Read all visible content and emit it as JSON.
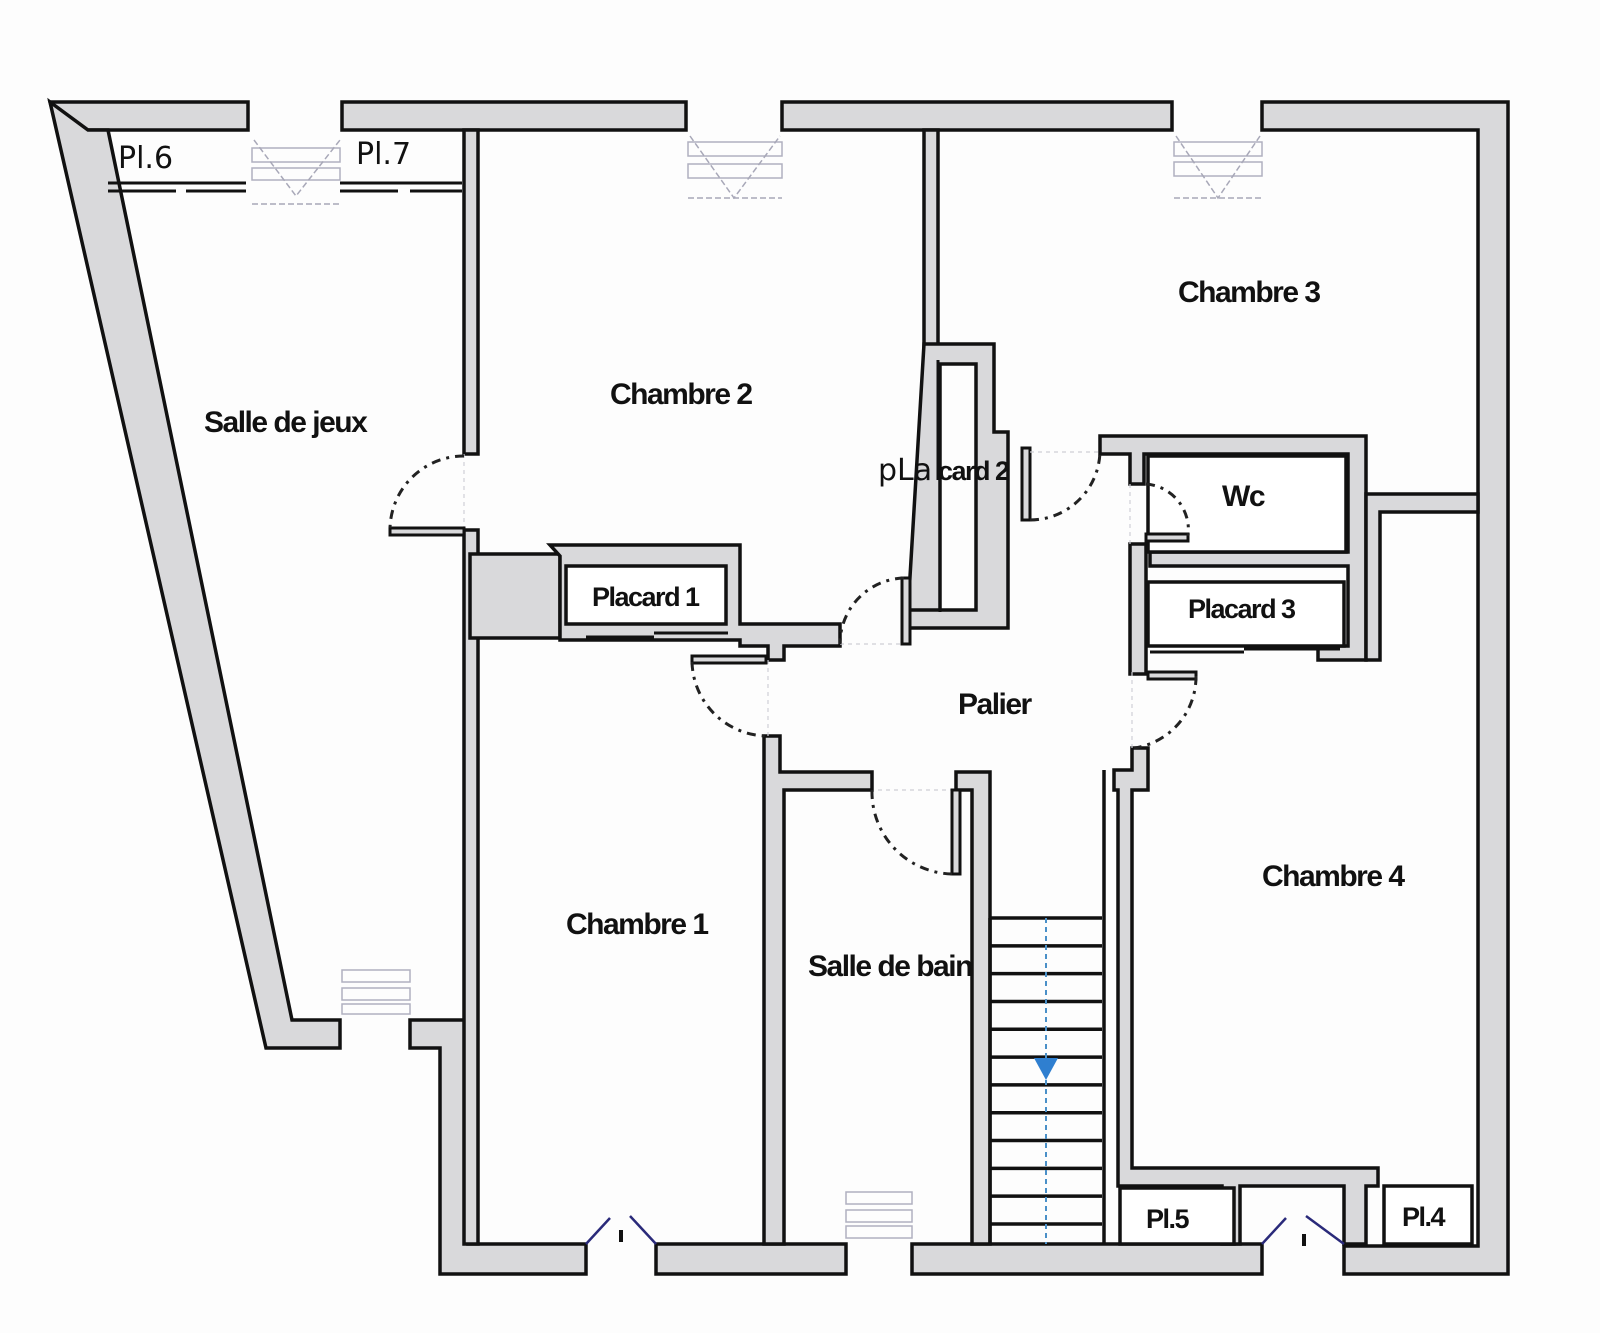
{
  "plan": {
    "rooms": {
      "salle_de_jeux": "Salle de jeux",
      "chambre_1": "Chambre 1",
      "chambre_2": "Chambre 2",
      "chambre_3": "Chambre 3",
      "chambre_4": "Chambre 4",
      "salle_de_bain": "Salle de bain",
      "palier": "Palier",
      "wc": "Wc",
      "placard_1": "Placard 1",
      "placard_2": "card 2",
      "placard_3": "Placard 3"
    },
    "annotations": {
      "placard_2_handwritten": "pLa",
      "pl6": "Pl.6",
      "pl7": "Pl.7",
      "pl5": "Pl.5",
      "pl4": "Pl.4"
    },
    "stairs": {
      "direction": "down",
      "steps": 12
    },
    "colors": {
      "wall_fill": "#d9d9db",
      "wall_stroke": "#111111",
      "stair_arrow": "#2f7fd0",
      "entry_symbol": "#2a2a7a"
    }
  }
}
